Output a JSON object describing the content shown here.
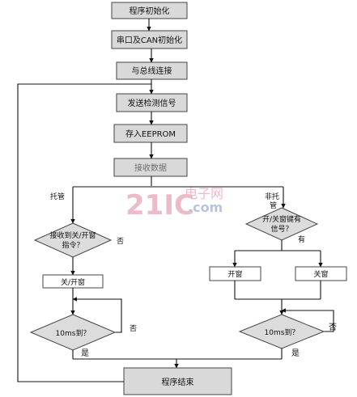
{
  "nodes": {
    "init": "程序初始化",
    "uart_can": "串口及CAN初始化",
    "bus_connect": "与总线连接",
    "send_signal": "发送检测信号",
    "eeprom": "存入EEPROM",
    "receive": "接收数据",
    "left_decision": "接收到关/开窗\n指令？",
    "left_action": "关/开窗",
    "left_timer": "10ms到？",
    "right_decision": "开/关窗键有\n信号？",
    "right_open": "开窗",
    "right_close": "关窗",
    "right_timer": "10ms到？",
    "end": "程序结束"
  },
  "edges": {
    "managed": "托管",
    "unmanaged": "非托\n管",
    "left_no": "否",
    "left_timer_no": "否",
    "left_timer_yes": "是",
    "right_yes": "有",
    "right_timer_no": "否",
    "right_timer_yes": "是"
  },
  "watermark": {
    "brand": "21IC",
    "cn": "电子网",
    "domain": ".com"
  }
}
